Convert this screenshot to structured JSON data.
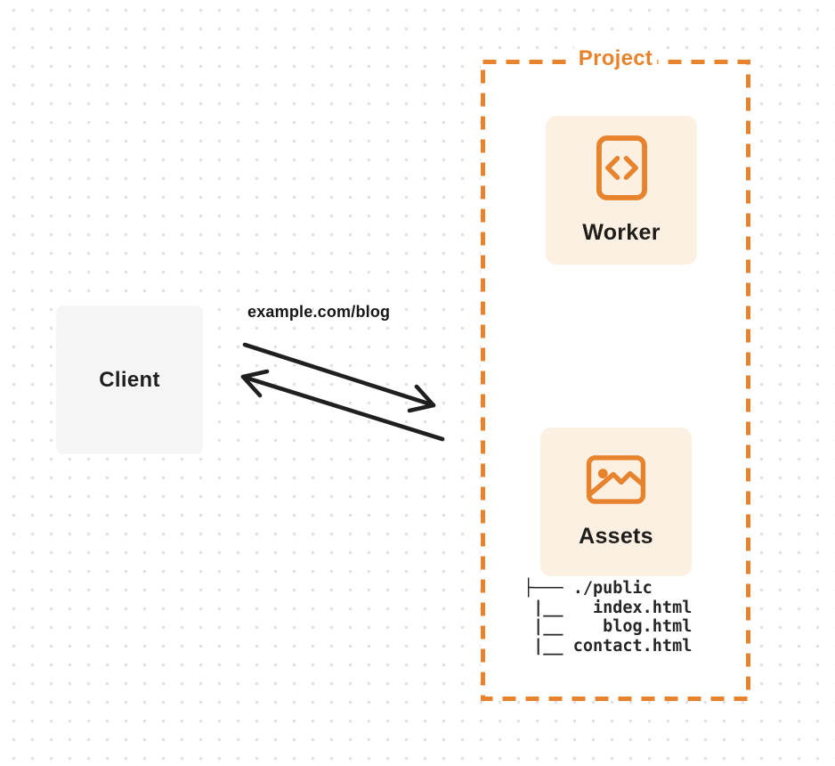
{
  "client": {
    "label": "Client"
  },
  "request": {
    "url": "example.com/blog"
  },
  "project": {
    "label": "Project",
    "worker": {
      "label": "Worker",
      "icon": "code-brackets-icon"
    },
    "assets": {
      "label": "Assets",
      "icon": "image-icon",
      "file_tree": "├─── ./public\n |__   index.html\n |__    blog.html\n |__ contact.html"
    }
  },
  "arrows": {
    "request_direction": "client-to-project",
    "response_direction": "project-to-client"
  },
  "colors": {
    "accent_orange": "#e8832d",
    "card_background": "#fbf0e2",
    "client_background": "#f5f5f6",
    "arrow_ink": "#1f1f1f",
    "dot_grid": "#e1e1e1"
  }
}
